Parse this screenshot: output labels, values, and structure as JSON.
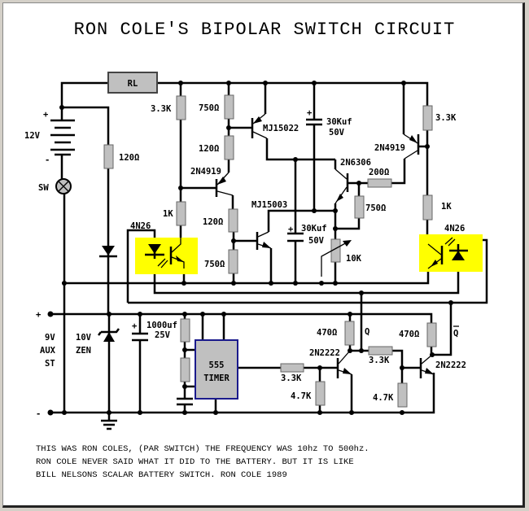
{
  "title": "RON COLE'S BIPOLAR SWITCH CIRCUIT",
  "labels": {
    "rl": "RL",
    "plus": "+",
    "minus": "-",
    "v12": "12V",
    "sw": "SW",
    "r120_left": "120Ω",
    "r33k_a": "3.3K",
    "r750_a": "750Ω",
    "r120_a": "120Ω",
    "q_2n4919_left": "2N4919",
    "r1k_left": "1K",
    "r120_b": "120Ω",
    "r750_b": "750Ω",
    "opto_left": "4N26",
    "mj15022": "MJ15022",
    "mj15003": "MJ15003",
    "cap1_value": "30Kuf",
    "cap1_voltage": "50V",
    "cap2_value": "30Kuf",
    "cap2_voltage": "50V",
    "q_2n6306": "2N6306",
    "r200": "200Ω",
    "r750_c": "750Ω",
    "pot10k": "10K",
    "q_2n4919_right": "2N4919",
    "r33k_right": "3.3K",
    "r1k_right": "1K",
    "opto_right": "4N26",
    "aux_9v": "9V",
    "aux_aux": "AUX",
    "aux_st": "ST",
    "zener_v": "10V",
    "zener_zen": "ZEN",
    "cap3_value": "1000uf",
    "cap3_voltage": "25V",
    "timer_555": "555",
    "timer_label": "TIMER",
    "r33k_b1": "3.3K",
    "r47k_1": "4.7K",
    "r470_1": "470Ω",
    "q_label": "Q",
    "q_2n2222_left": "2N2222",
    "r33k_b2": "3.3K",
    "r47k_2": "4.7K",
    "r470_2": "470Ω",
    "qbar_label": "Q",
    "q_2n2222_right": "2N2222"
  },
  "notes": [
    "THIS WAS RON COLES, (PAR SWITCH) THE FREQUENCY WAS 10hz TO 500hz.",
    "RON COLE NEVER SAID WHAT IT DID TO THE BATTERY. BUT IT IS LIKE",
    "BILL NELSONS SCALAR BATTERY SWITCH. RON COLE 1989"
  ],
  "colors": {
    "optocoupler_fill": "#ffff00",
    "component_fill": "#c0c0c0",
    "timer_border": "#1a1a8c"
  }
}
